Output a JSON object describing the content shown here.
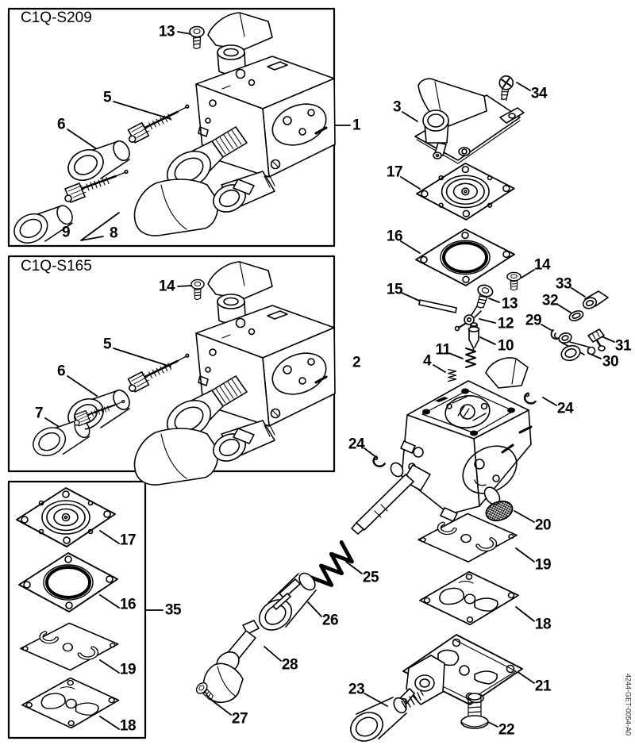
{
  "page": {
    "drawing_id": "4244-GET-0054-A0",
    "background_color": "#ffffff",
    "line_color": "#000000"
  },
  "boxes": [
    {
      "title": "C1Q-S209",
      "ref": "1"
    },
    {
      "title": "C1Q-S165",
      "ref": "2"
    },
    {
      "ref": "35"
    }
  ],
  "callouts": {
    "b1_13": "13",
    "b1_5": "5",
    "b1_6": "6",
    "b1_9": "9",
    "b1_8": "8",
    "ref_1": "1",
    "b2_14": "14",
    "b2_5": "5",
    "b2_6": "6",
    "b2_7": "7",
    "ref_2": "2",
    "b3_17": "17",
    "b3_16": "16",
    "b3_19": "19",
    "b3_18": "18",
    "ref_35": "35",
    "r_34": "34",
    "r_3": "3",
    "r_17": "17",
    "r_16": "16",
    "r_14": "14",
    "r_13": "13",
    "r_15": "15",
    "r_12": "12",
    "r_10": "10",
    "r_11": "11",
    "r_4": "4",
    "r_33": "33",
    "r_32": "32",
    "r_29": "29",
    "r_31": "31",
    "r_30": "30",
    "r_24_right": "24",
    "r_24_left": "24",
    "r_20": "20",
    "r_19": "19",
    "r_25": "25",
    "r_18": "18",
    "r_26": "26",
    "r_21": "21",
    "r_28": "28",
    "r_23": "23",
    "r_27": "27",
    "r_22": "22"
  }
}
